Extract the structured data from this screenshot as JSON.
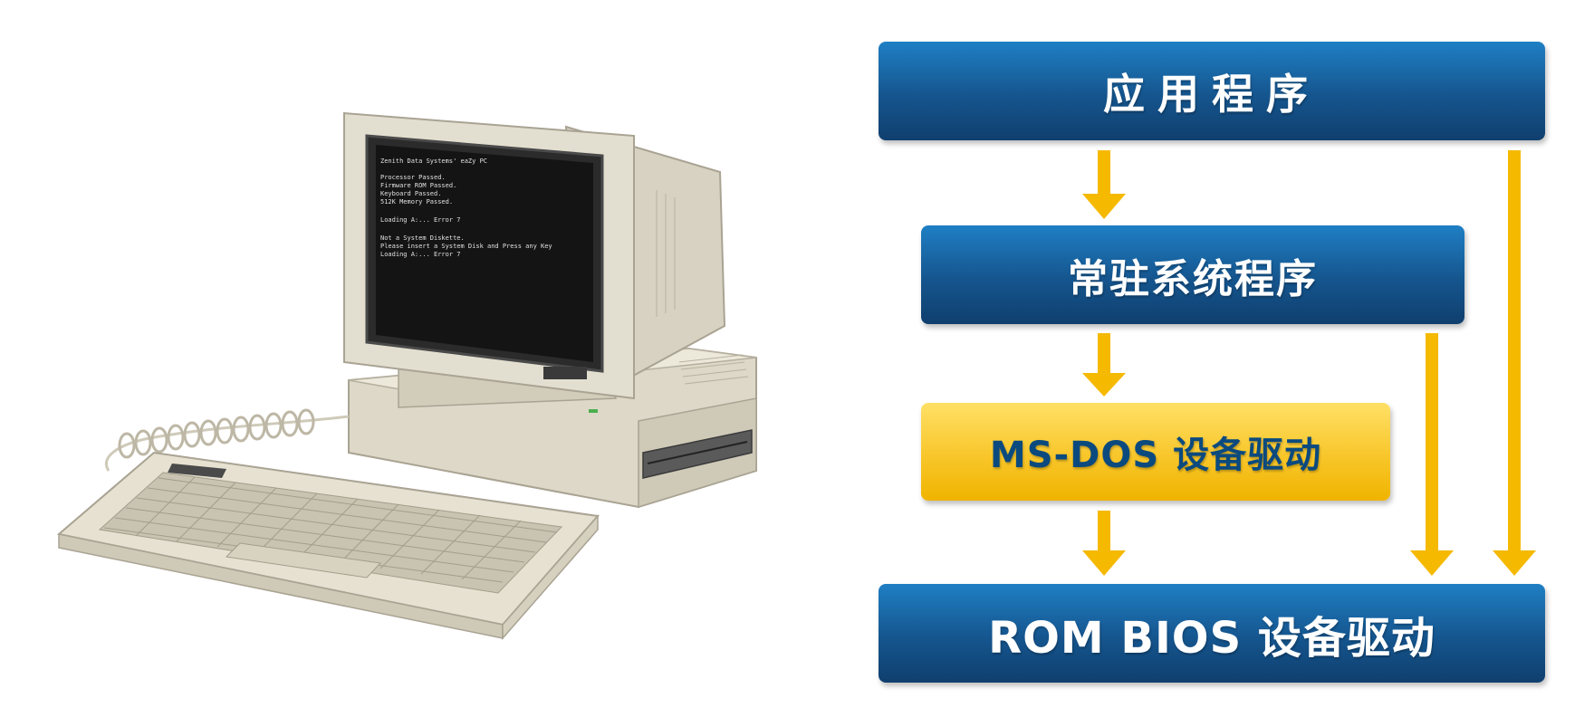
{
  "diagram": {
    "boxes": {
      "app": "应用程序",
      "tsr": "常驻系统程序",
      "msdos": "MS-DOS 设备驱动",
      "bios": "ROM BIOS 设备驱动"
    },
    "colors": {
      "blue_box": "#15558e",
      "yellow_box": "#f8c62a",
      "arrow": "#f5b900",
      "yellow_text": "#0b4a7e"
    },
    "edges": [
      [
        "app",
        "tsr"
      ],
      [
        "tsr",
        "msdos"
      ],
      [
        "msdos",
        "bios"
      ],
      [
        "tsr",
        "bios"
      ],
      [
        "app",
        "bios"
      ]
    ]
  },
  "image": {
    "subject": "computer-photo"
  }
}
